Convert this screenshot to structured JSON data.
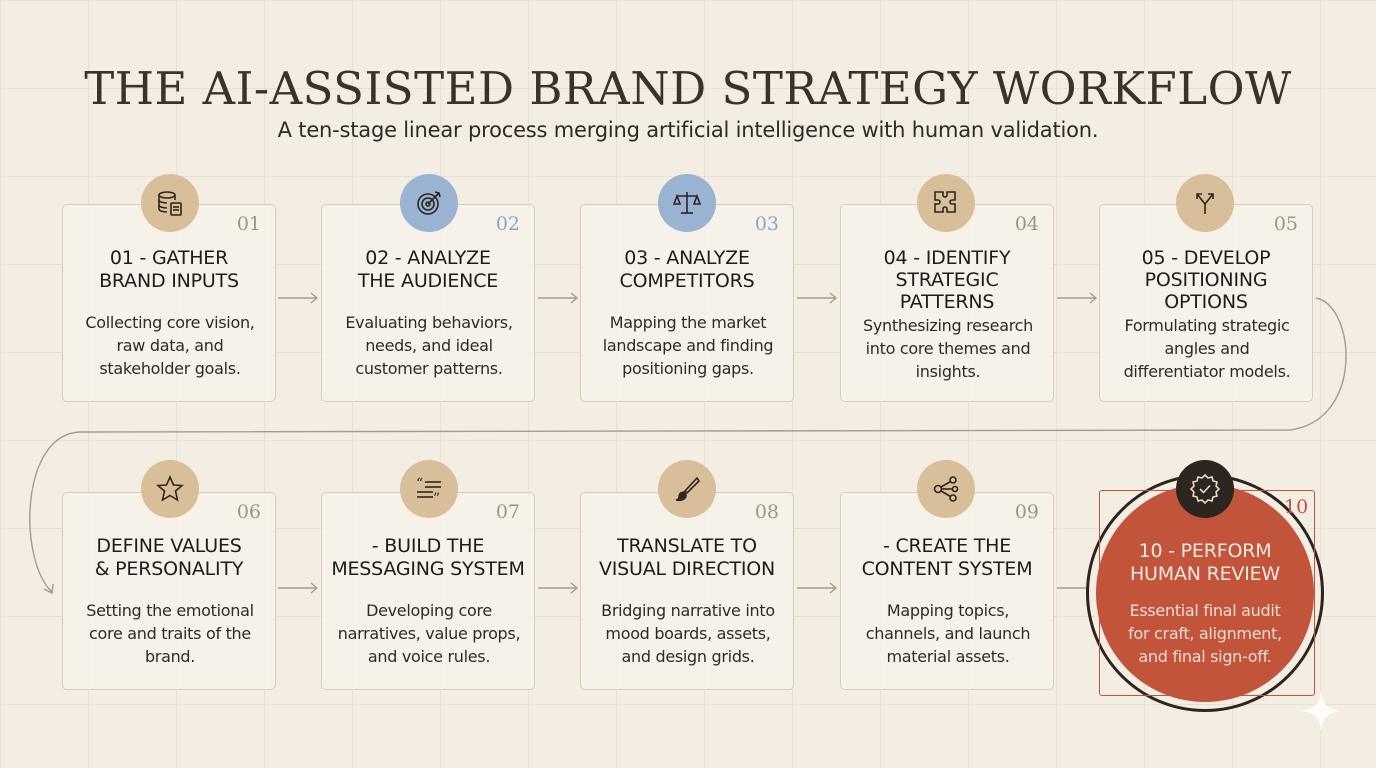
{
  "title": "THE AI-ASSISTED BRAND STRATEGY WORKFLOW",
  "subtitle": "A ten-stage linear process merging artificial intelligence with human validation.",
  "stages": [
    {
      "number": "01",
      "heading": [
        "01 - GATHER",
        "BRAND INPUTS"
      ],
      "description": [
        "Collecting core vision,",
        "raw data, and",
        "stakeholder goals."
      ],
      "icon": "database-document-icon",
      "badge_color": "#d9bf99"
    },
    {
      "number": "02",
      "heading": [
        "02 - ANALYZE",
        "THE AUDIENCE"
      ],
      "description": [
        "Evaluating behaviors,",
        "needs, and ideal",
        "customer patterns."
      ],
      "icon": "target-icon",
      "badge_color": "#9ab3d2"
    },
    {
      "number": "03",
      "heading": [
        "03 - ANALYZE",
        "COMPETITORS"
      ],
      "description": [
        "Mapping the market",
        "landscape and finding",
        "positioning gaps."
      ],
      "icon": "scales-icon",
      "badge_color": "#9ab3d2"
    },
    {
      "number": "04",
      "heading": [
        "04 - IDENTIFY",
        "STRATEGIC",
        "PATTERNS"
      ],
      "description": [
        "Synthesizing research",
        "into core themes and",
        "insights."
      ],
      "icon": "puzzle-icon",
      "badge_color": "#d9bf99"
    },
    {
      "number": "05",
      "heading": [
        "05 - DEVELOP",
        "POSITIONING",
        "OPTIONS"
      ],
      "description": [
        "Formulating strategic",
        "angles and",
        "differentiator models."
      ],
      "icon": "fork-arrows-icon",
      "badge_color": "#d9bf99"
    },
    {
      "number": "06",
      "heading": [
        "DEFINE VALUES",
        "& PERSONALITY"
      ],
      "description": [
        "Setting the emotional",
        "core and traits of the",
        "brand."
      ],
      "icon": "star-badge-icon",
      "badge_color": "#d9bf99"
    },
    {
      "number": "07",
      "heading": [
        "- BUILD THE",
        "MESSAGING SYSTEM"
      ],
      "description": [
        "Developing core",
        "narratives, value props,",
        "and voice rules."
      ],
      "icon": "quote-lines-icon",
      "badge_color": "#d9bf99"
    },
    {
      "number": "08",
      "heading": [
        "TRANSLATE TO",
        "VISUAL DIRECTION"
      ],
      "description": [
        "Bridging narrative into",
        "mood boards, assets,",
        "and design grids."
      ],
      "icon": "paintbrush-icon",
      "badge_color": "#d9bf99"
    },
    {
      "number": "09",
      "heading": [
        "- CREATE THE",
        "CONTENT SYSTEM"
      ],
      "description": [
        "Mapping topics,",
        "channels, and launch",
        "material assets."
      ],
      "icon": "share-nodes-icon",
      "badge_color": "#d9bf99"
    },
    {
      "number": "10",
      "heading": [
        "10 - PERFORM",
        "HUMAN REVIEW"
      ],
      "description": [
        "Essential final audit",
        "for craft, alignment,",
        "and final sign-off."
      ],
      "icon": "verified-seal-icon",
      "badge_color": "#2d2520"
    }
  ],
  "colors": {
    "background": "#f3ede3",
    "accent": "#c2543b",
    "badge_tan": "#d9bf99",
    "badge_blue": "#9ab3d2",
    "dark": "#2d2520"
  }
}
